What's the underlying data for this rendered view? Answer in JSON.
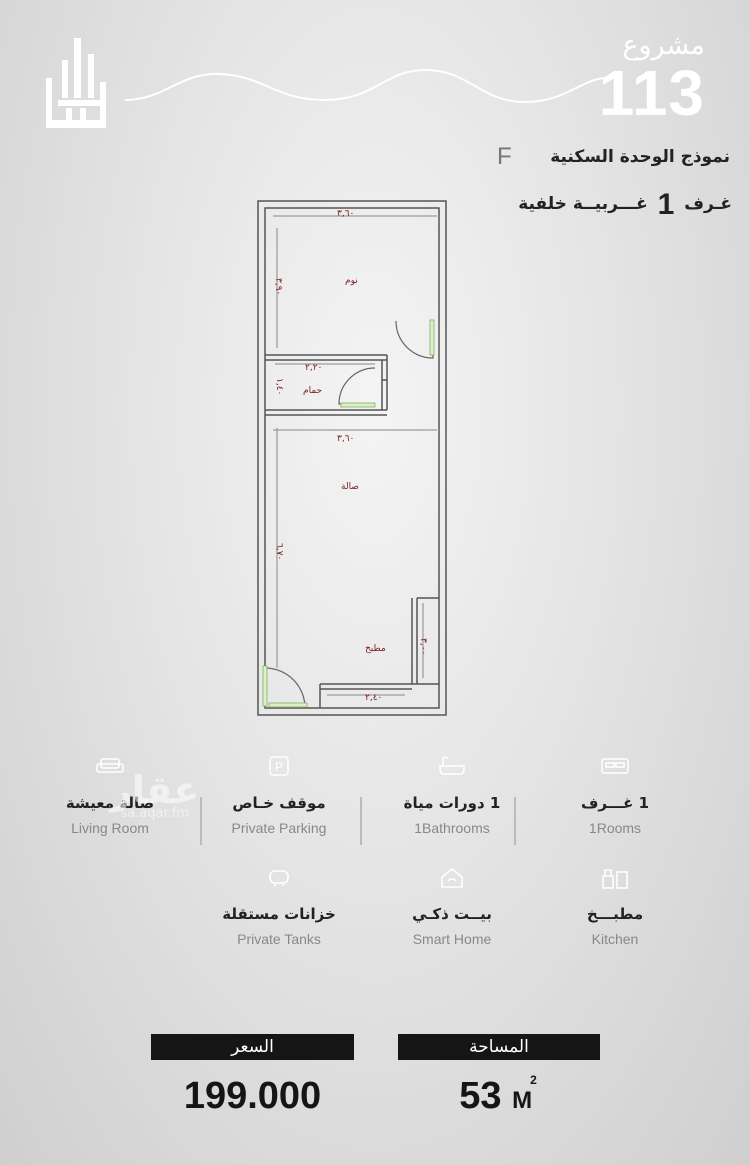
{
  "header": {
    "project_label": "مشروع",
    "project_number": "113",
    "model_title": "نموذج الوحدة السكنية",
    "model_letter": "F",
    "orientation": "غـــربيــة خلفية",
    "room_count": "1",
    "rooms_word": "غـرف"
  },
  "floorplan": {
    "rooms": {
      "bedroom": "نوم",
      "bathroom": "حمام",
      "hall": "صالة",
      "kitchen": "مطبخ"
    },
    "dimensions": {
      "bedroom_width": "٣,٦٠",
      "bedroom_depth": "٣,٩٠",
      "bath_width": "٢,٢٠",
      "bath_depth": "١,٤٠",
      "hall_width": "٣,٦٠",
      "hall_depth": "٦,٧٠",
      "kitchen_width": "٢,٤٠",
      "kitchen_depth": "٣,٠٠"
    }
  },
  "features": [
    {
      "icon": "bed-icon",
      "ar": "1 غـــرف",
      "en": "1Rooms"
    },
    {
      "icon": "bathtub-icon",
      "ar": "1 دورات مياة",
      "en": "1Bathrooms"
    },
    {
      "icon": "parking-icon",
      "ar": "موقف خـاص",
      "en": "Private Parking"
    },
    {
      "icon": "sofa-icon",
      "ar": "صالة معيشة",
      "en": "Living Room"
    },
    {
      "icon": "kitchen-icon",
      "ar": "مطبـــخ",
      "en": "Kitchen"
    },
    {
      "icon": "smart-home-icon",
      "ar": "بيــت ذكـي",
      "en": "Smart Home"
    },
    {
      "icon": "water-tank-icon",
      "ar": "خزانات مستقلة",
      "en": "Private Tanks"
    }
  ],
  "watermark": {
    "brand": "عقار",
    "url": "sa.aqar.fm"
  },
  "pricing": {
    "area_label": "المساحة",
    "area_value": "53",
    "area_unit": "M",
    "area_sup": "2",
    "price_label": "السعر",
    "price_value": "199.000"
  }
}
